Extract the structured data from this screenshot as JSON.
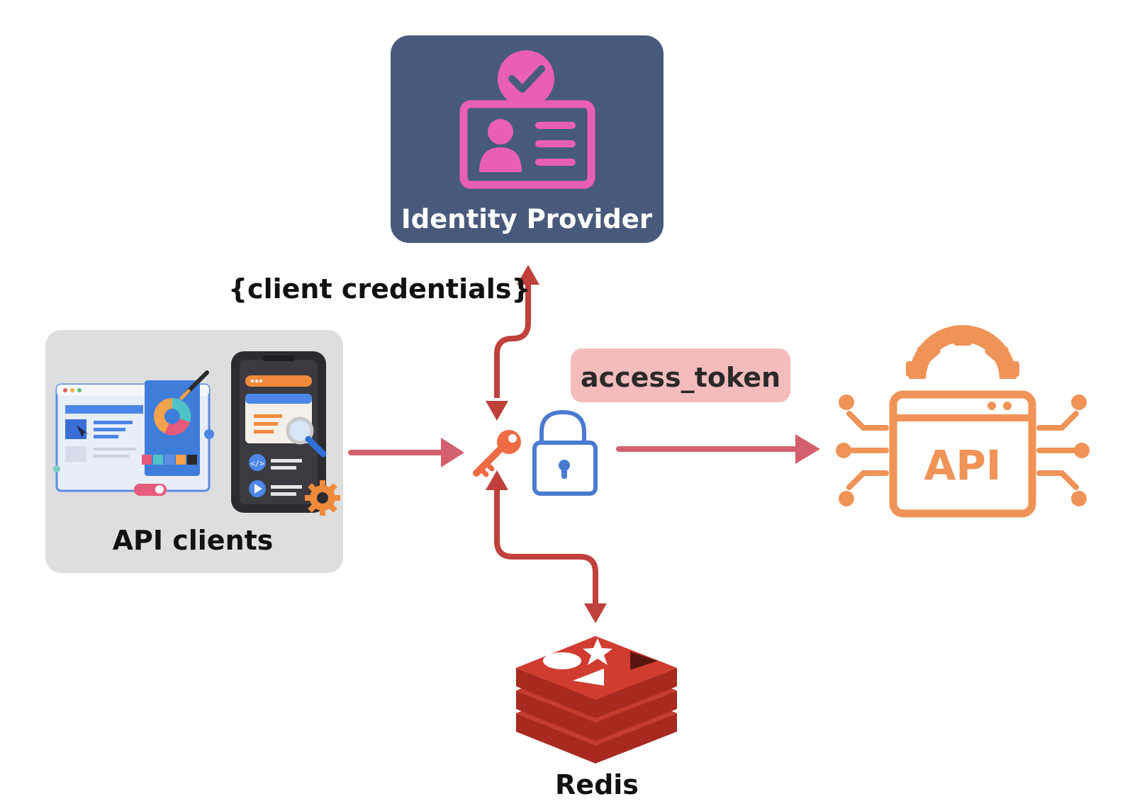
{
  "identity_provider": {
    "label": "Identity Provider",
    "icon": "id-card-check-icon"
  },
  "edge_label_credentials": "{client credentials}",
  "token_label": "access_token",
  "api_clients": {
    "label": "API clients",
    "icon": "app-ui-illustration-icon"
  },
  "gateway": {
    "icons": [
      "key-icon",
      "lock-icon"
    ]
  },
  "api": {
    "label": "API"
  },
  "redis": {
    "label": "Redis"
  },
  "colors": {
    "idp_box": "#485a7c",
    "idp_icon": "#ea5fb6",
    "clients_box": "#dedede",
    "arrow_red": "#c0403c",
    "arrow_pink": "#d4606f",
    "token_bg": "#f5bcbc",
    "api_orange": "#f09357",
    "lock_blue": "#4a7bd0",
    "key_orange": "#ef6b45",
    "redis_red": "#c63a2f"
  }
}
